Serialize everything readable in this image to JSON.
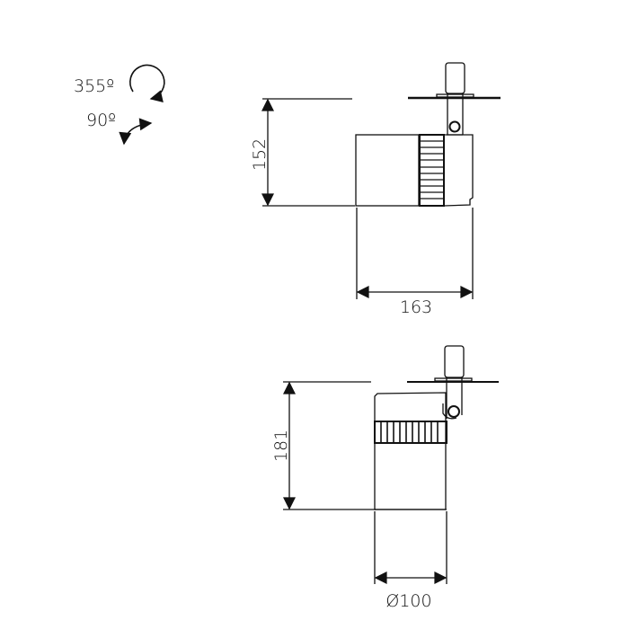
{
  "rotation": {
    "horizontal_label": "355º",
    "vertical_label": "90º"
  },
  "side_view": {
    "height_label": "152",
    "length_label": "163"
  },
  "front_view": {
    "height_label": "181",
    "diameter_label": "Ø100"
  },
  "colors": {
    "line": "#111111",
    "background": "#ffffff"
  }
}
